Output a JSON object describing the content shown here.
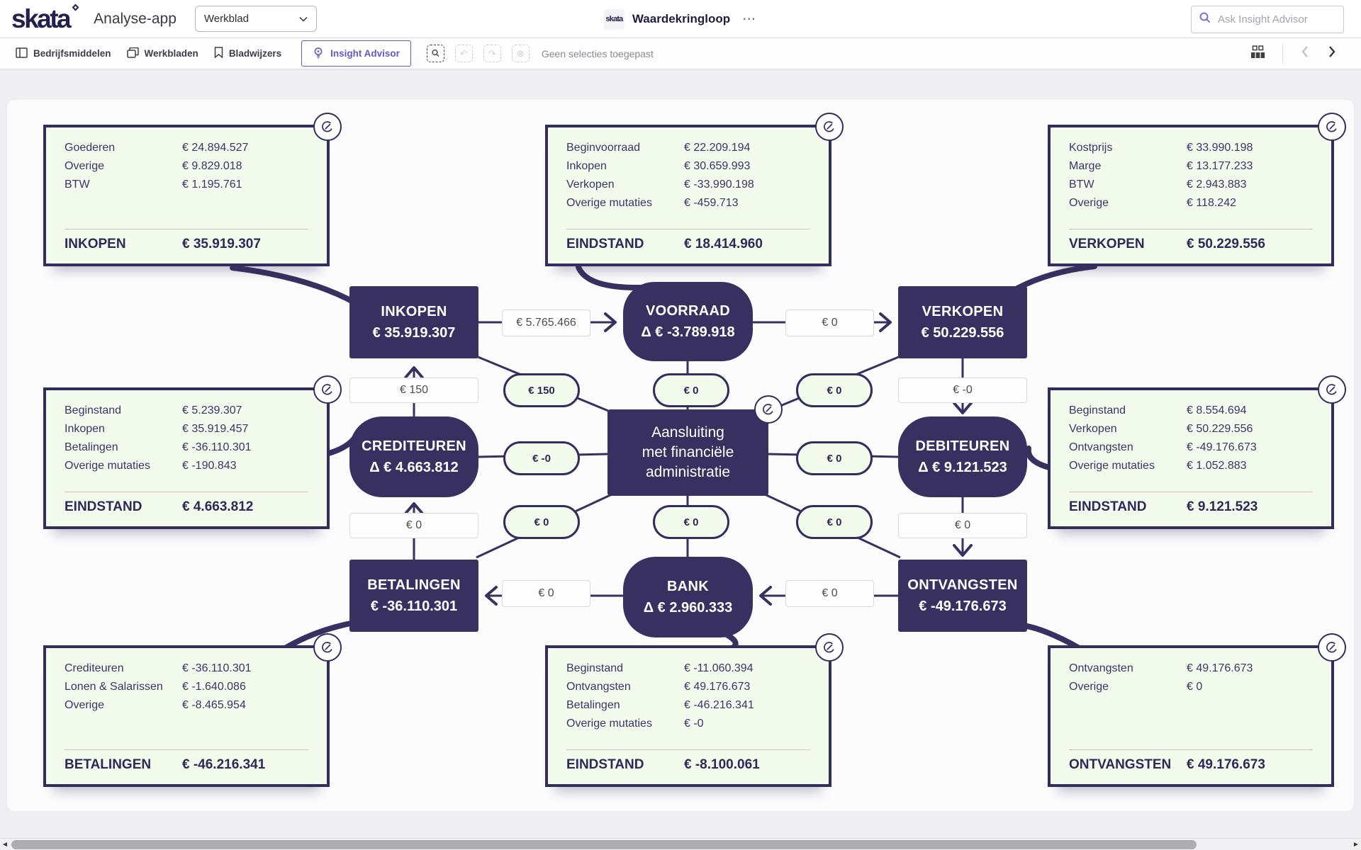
{
  "header": {
    "logo_text": "skata",
    "app_title": "Analyse-app",
    "sheet_selector_value": "Werkblad",
    "center_logo_text": "skata",
    "sheet_title": "Waardekringloop",
    "more_label": "⋯",
    "search_placeholder": "Ask Insight Advisor"
  },
  "toolbar": {
    "tab_assets": "Bedrijfsmiddelen",
    "tab_sheets": "Werkbladen",
    "tab_bookmarks": "Bladwijzers",
    "insight_advisor": "Insight Advisor",
    "selections_status": "Geen selecties toegepast",
    "undo_glyph": "↶",
    "redo_glyph": "↷",
    "clear_glyph": "⊗"
  },
  "colors": {
    "navy": "#383060",
    "card_border": "#332d5e",
    "mint": "#f2fbec",
    "purple": "#5f5cc7",
    "divider_pink": "#ddc0c7"
  },
  "nodes": {
    "inkopen": {
      "title": "INKOPEN",
      "value": "€ 35.919.307"
    },
    "voorraad": {
      "title": "VOORRAAD",
      "value": "Δ € -3.789.918"
    },
    "verkopen": {
      "title": "VERKOPEN",
      "value": "€ 50.229.556"
    },
    "crediteuren": {
      "title": "CREDITEUREN",
      "value": "Δ € 4.663.812"
    },
    "debiteuren": {
      "title": "DEBITEUREN",
      "value": "Δ € 9.121.523"
    },
    "betalingen": {
      "title": "BETALINGEN",
      "value": "€ -36.110.301"
    },
    "bank": {
      "title": "BANK",
      "value": "Δ € 2.960.333"
    },
    "ontvangsten": {
      "title": "ONTVANGSTEN",
      "value": "€ -49.176.673"
    },
    "center": {
      "line1": "Aansluiting",
      "line2": "met financiële",
      "line3": "administratie"
    }
  },
  "flows": {
    "inkopen_voorraad": "€ 5.765.466",
    "voorraad_verkopen": "€ 0",
    "crediteuren_inkopen": "€ 150",
    "verkopen_debiteuren": "€ -0",
    "betalingen_crediteuren": "€ 0",
    "debiteuren_ontvangsten": "€ 0",
    "bank_betalingen": "€ 0",
    "ontvangsten_bank": "€ 0"
  },
  "center_links": {
    "inkopen": "€ 150",
    "voorraad": "€ 0",
    "verkopen": "€ 0",
    "crediteuren": "€ -0",
    "debiteuren": "€ 0",
    "betalingen": "€ 0",
    "bank": "€ 0",
    "ontvangsten": "€ 0"
  },
  "cards": {
    "top_left": {
      "rows": [
        {
          "label": "Goederen",
          "value": "€ 24.894.527"
        },
        {
          "label": "Overige",
          "value": "€ 9.829.018"
        },
        {
          "label": "BTW",
          "value": "€ 1.195.761"
        }
      ],
      "total": {
        "label": "INKOPEN",
        "value": "€ 35.919.307"
      }
    },
    "top_center": {
      "rows": [
        {
          "label": "Beginvoorraad",
          "value": "€ 22.209.194"
        },
        {
          "label": "Inkopen",
          "value": "€ 30.659.993"
        },
        {
          "label": "Verkopen",
          "value": "€ -33.990.198"
        },
        {
          "label": "Overige mutaties",
          "value": "€ -459.713"
        }
      ],
      "total": {
        "label": "EINDSTAND",
        "value": "€ 18.414.960"
      }
    },
    "top_right": {
      "rows": [
        {
          "label": "Kostprijs",
          "value": "€ 33.990.198"
        },
        {
          "label": "Marge",
          "value": "€ 13.177.233"
        },
        {
          "label": "BTW",
          "value": "€ 2.943.883"
        },
        {
          "label": "Overige",
          "value": "€ 118.242"
        }
      ],
      "total": {
        "label": "VERKOPEN",
        "value": "€ 50.229.556"
      }
    },
    "mid_left": {
      "rows": [
        {
          "label": "Beginstand",
          "value": "€ 5.239.307"
        },
        {
          "label": "Inkopen",
          "value": "€ 35.919.457"
        },
        {
          "label": "Betalingen",
          "value": "€ -36.110.301"
        },
        {
          "label": "Overige mutaties",
          "value": "€ -190.843"
        }
      ],
      "total": {
        "label": "EINDSTAND",
        "value": "€ 4.663.812"
      }
    },
    "mid_right": {
      "rows": [
        {
          "label": "Beginstand",
          "value": "€ 8.554.694"
        },
        {
          "label": "Verkopen",
          "value": "€ 50.229.556"
        },
        {
          "label": "Ontvangsten",
          "value": "€ -49.176.673"
        },
        {
          "label": "Overige mutaties",
          "value": "€ 1.052.883"
        }
      ],
      "total": {
        "label": "EINDSTAND",
        "value": "€ 9.121.523"
      }
    },
    "bottom_left": {
      "rows": [
        {
          "label": "Crediteuren",
          "value": "€ -36.110.301"
        },
        {
          "label": "Lonen & Salarissen",
          "value": "€ -1.640.086"
        },
        {
          "label": "Overige",
          "value": "€ -8.465.954"
        }
      ],
      "total": {
        "label": "BETALINGEN",
        "value": "€ -46.216.341"
      }
    },
    "bottom_center": {
      "rows": [
        {
          "label": "Beginstand",
          "value": "€ -11.060.394"
        },
        {
          "label": "Ontvangsten",
          "value": "€ 49.176.673"
        },
        {
          "label": "Betalingen",
          "value": "€ -46.216.341"
        },
        {
          "label": "Overige mutaties",
          "value": "€ -0"
        }
      ],
      "total": {
        "label": "EINDSTAND",
        "value": "€ -8.100.061"
      }
    },
    "bottom_right": {
      "rows": [
        {
          "label": "Ontvangsten",
          "value": "€ 49.176.673"
        },
        {
          "label": "Overige",
          "value": "€ 0"
        }
      ],
      "total": {
        "label": "ONTVANGSTEN",
        "value": "€ 49.176.673"
      }
    }
  },
  "scrollbar": {
    "left_glyph": "◄",
    "right_glyph": "►"
  }
}
